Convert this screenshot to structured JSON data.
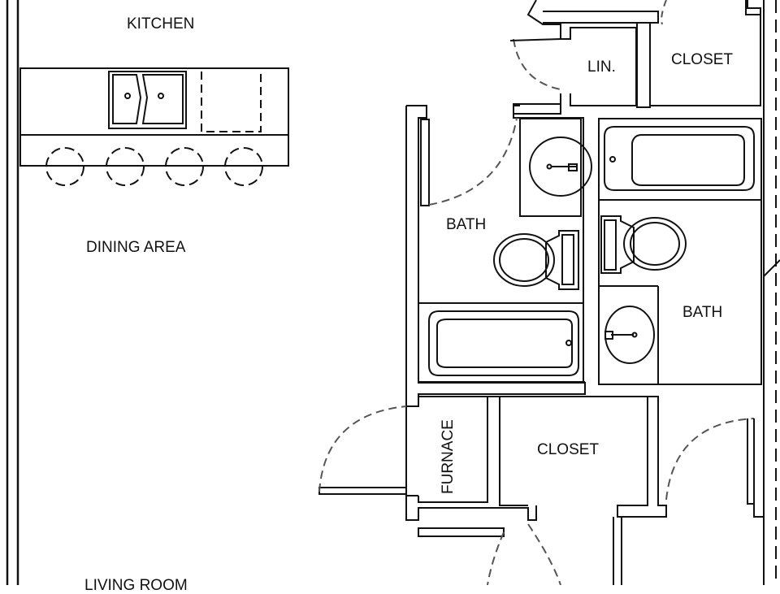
{
  "rooms": {
    "kitchen": "KITCHEN",
    "dining_area": "DINING AREA",
    "linen": "LIN.",
    "closet_top": "CLOSET",
    "bath_left": "BATH",
    "bath_right": "BATH",
    "furnace": "FURNACE",
    "closet_bottom": "CLOSET",
    "living_room": "LIVING ROOM"
  },
  "colors": {
    "line": "#111111",
    "dashed": "#555555",
    "background": "#ffffff"
  }
}
